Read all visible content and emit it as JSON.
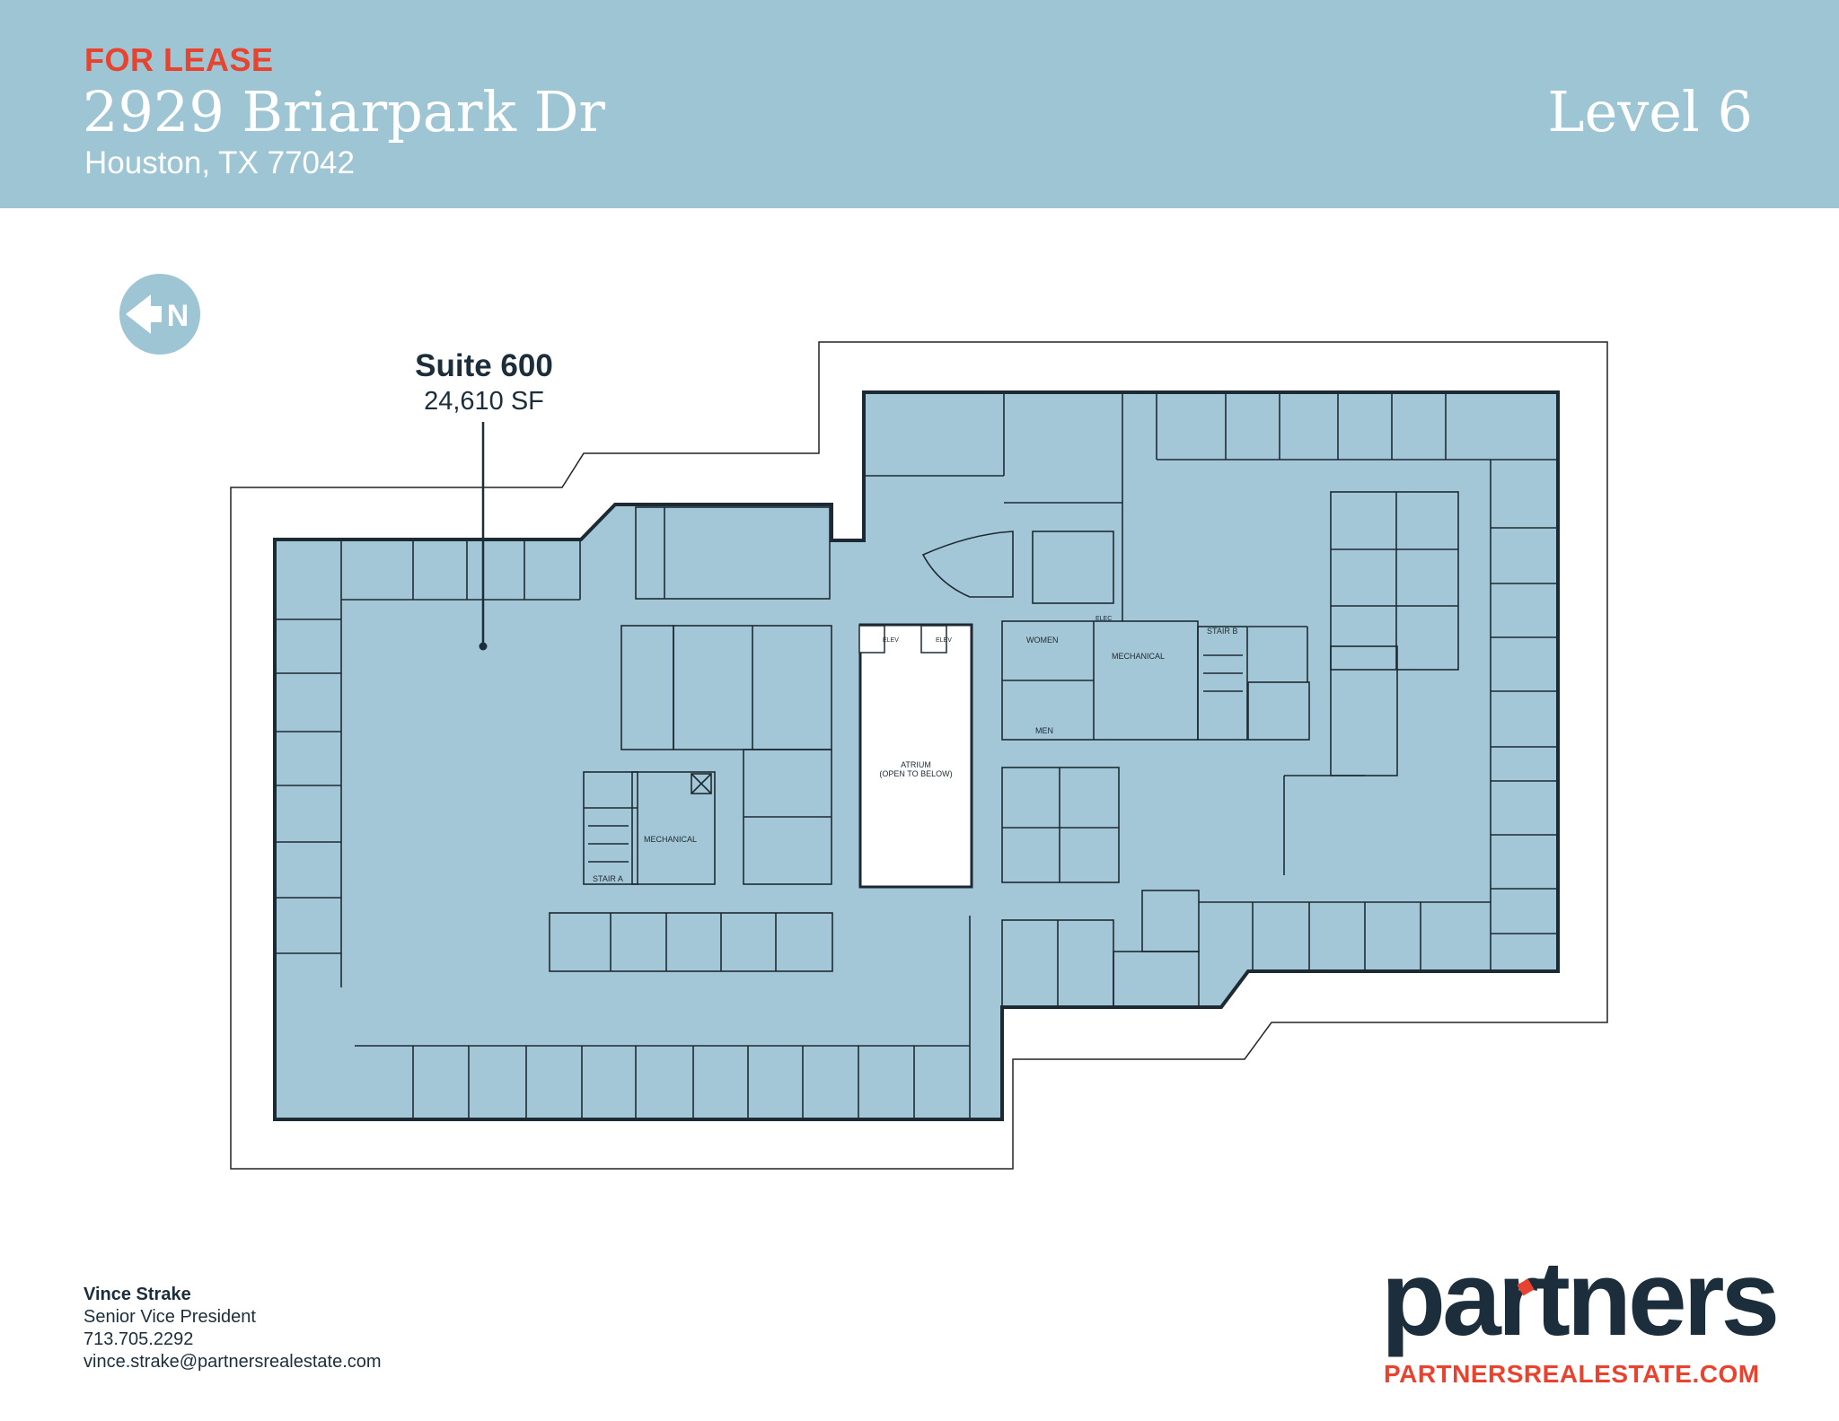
{
  "header": {
    "tag": "FOR LEASE",
    "address": "2929 Briarpark Dr",
    "city": "Houston, TX 77042",
    "level": "Level 6"
  },
  "compass": {
    "letter": "N",
    "icon": "north-arrow-icon"
  },
  "suite": {
    "name": "Suite 600",
    "area": "24,610 SF"
  },
  "rooms": {
    "women": "WOMEN",
    "men": "MEN",
    "mechanical_east": "MECHANICAL",
    "mechanical_west": "MECHANICAL",
    "stairs_east": "STAIR B",
    "stairs_west": "STAIR A",
    "elev_1": "ELEV",
    "elev_2": "ELEV",
    "elec": "ELEC",
    "atrium_line1": "ATRIUM",
    "atrium_line2": "(OPEN TO BELOW)"
  },
  "contact": {
    "name": "Vince Strake",
    "title": "Senior Vice President",
    "phone": "713.705.2292",
    "email": "vince.strake@partnersrealestate.com"
  },
  "brand": {
    "logo_text": "partners",
    "website": "PARTNERSREALESTATE.COM",
    "colors": {
      "header": "#9dc5d3",
      "accent": "#e8432f",
      "navy": "#1c2e3b",
      "suite_fill": "#a3c7d6"
    }
  }
}
